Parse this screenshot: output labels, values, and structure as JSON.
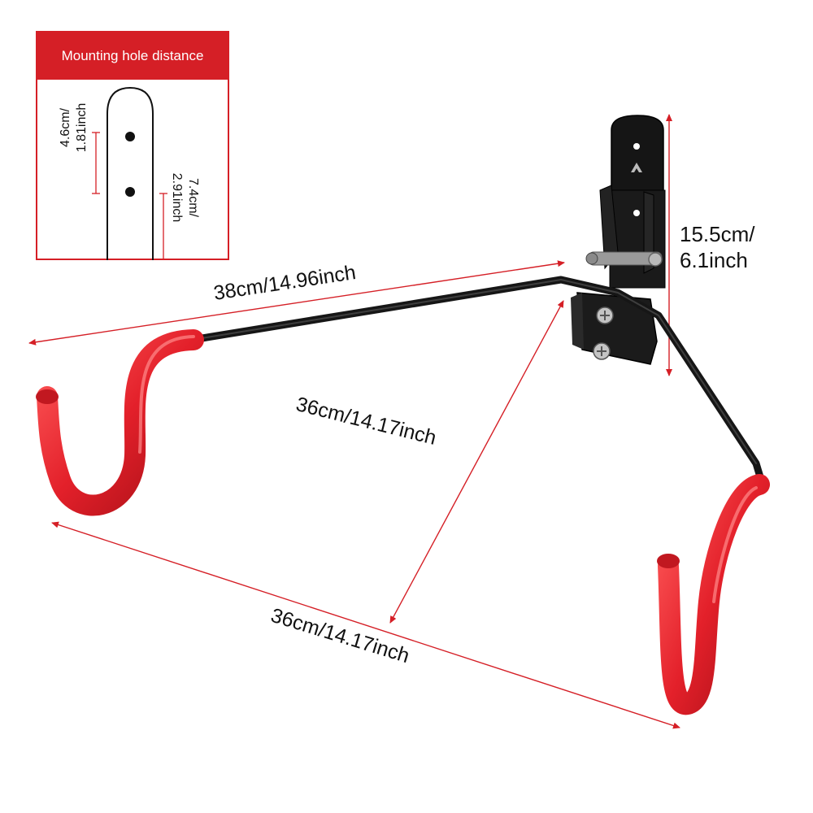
{
  "inset": {
    "title": "Mounting hole distance",
    "hole_spacing_small": "4.6cm/\n1.81inch",
    "hole_spacing_large": "7.4cm/\n2.91inch"
  },
  "dimensions": {
    "arm_length": "38cm/14.96inch",
    "height": "15.5cm/\n6.1inch",
    "diagonal": "36cm/14.17inch",
    "hook_span": "36cm/14.17inch"
  },
  "colors": {
    "accent_red": "#d51f26",
    "frame_black": "#161616",
    "coating_red": "#e3202a"
  }
}
